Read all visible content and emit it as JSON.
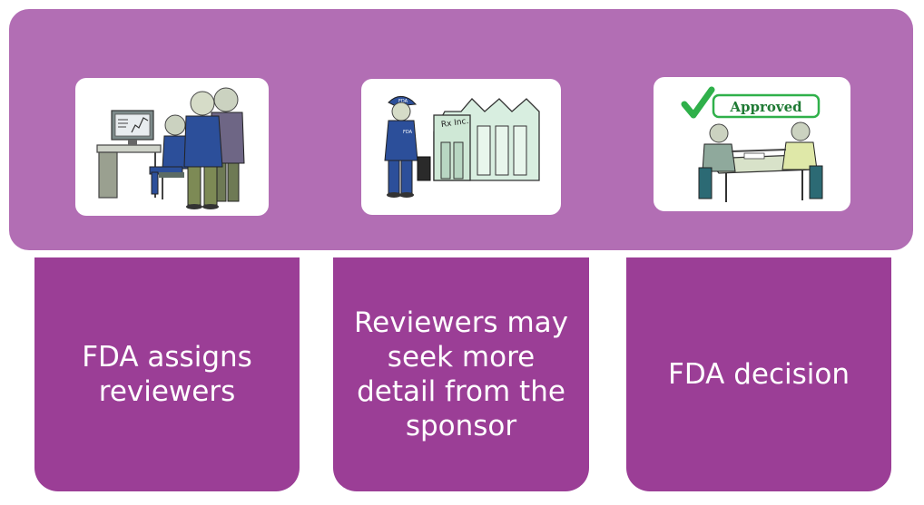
{
  "steps": [
    {
      "text": "FDA assigns reviewers",
      "icon": "reviewers-at-computer-icon"
    },
    {
      "text": "Reviewers may seek more detail from the sponsor",
      "icon": "inspector-at-facility-icon"
    },
    {
      "text": "FDA decision",
      "icon": "approved-meeting-icon"
    }
  ],
  "illustrations": {
    "cap_badge": "FDA",
    "shirt_badge": "FDA",
    "building_sign": "Rx Inc.",
    "approved_label": "Approved"
  },
  "colors": {
    "banner": "#b26eb4",
    "step_box": "#9b3e96",
    "card": "#ffffff",
    "check": "#2fb04a"
  }
}
